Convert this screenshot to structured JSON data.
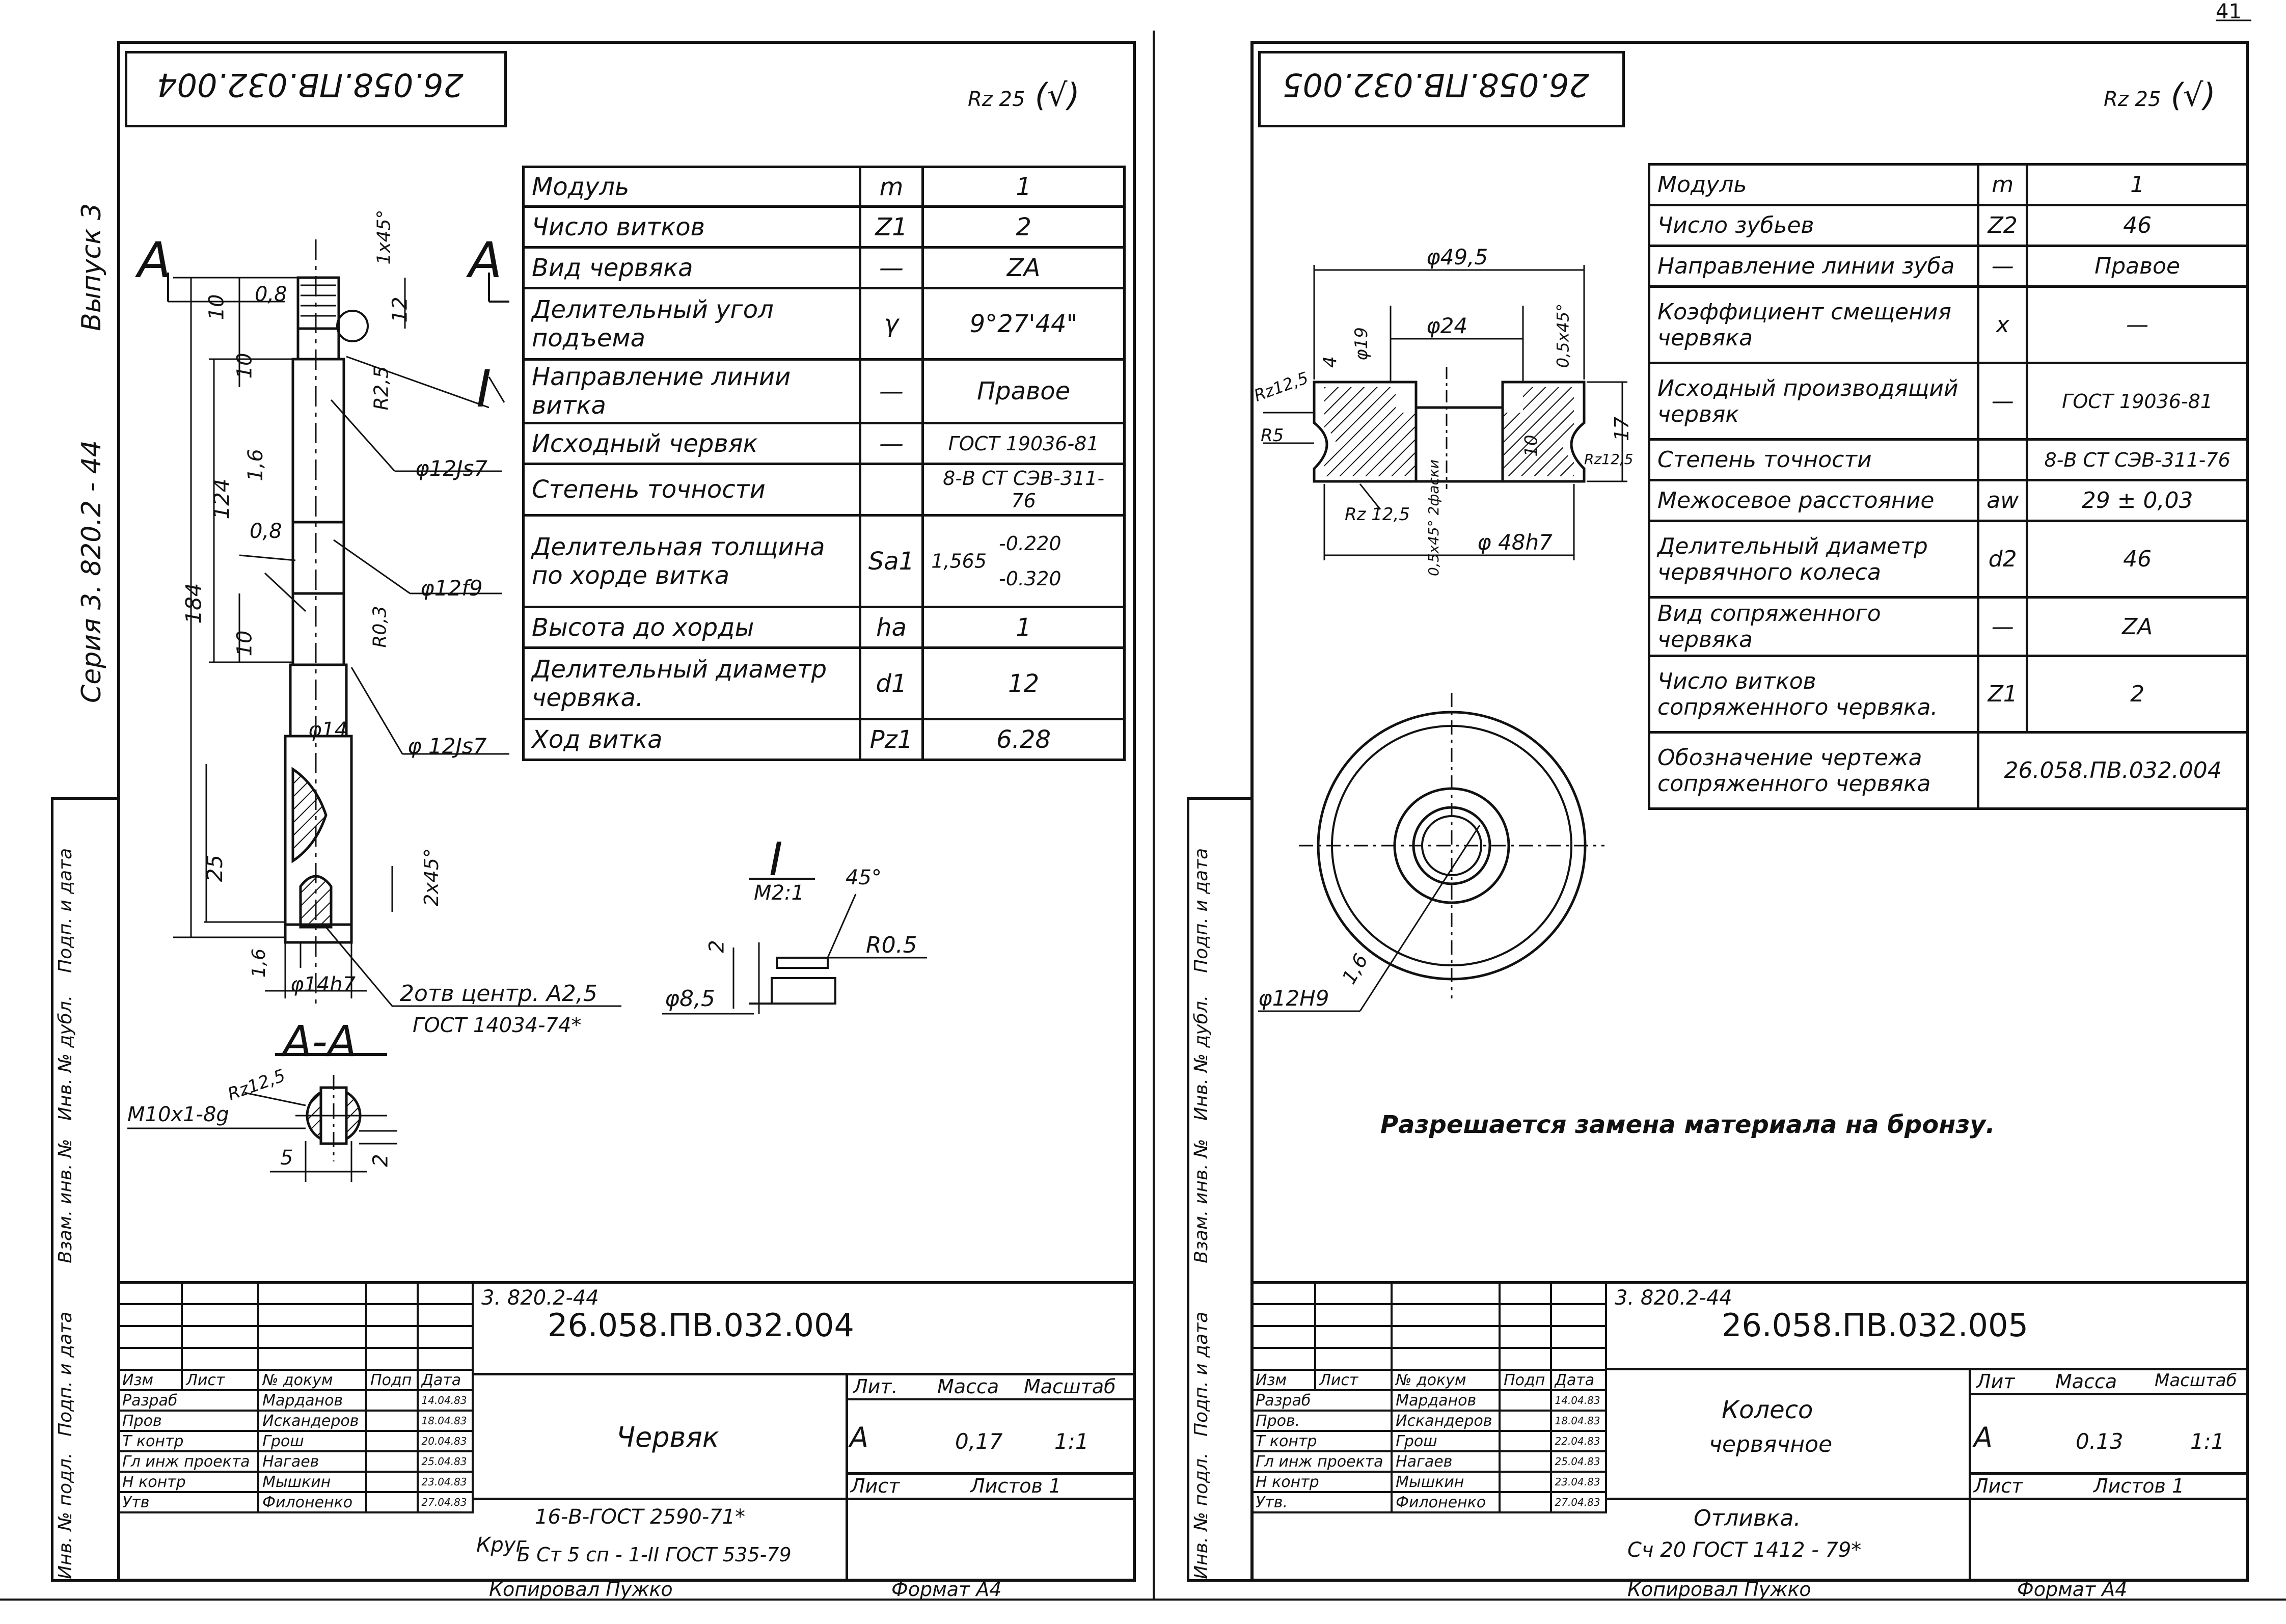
{
  "page_number": "41",
  "left": {
    "stamp_code": "26.058.ПВ.032.004",
    "surface_mark": "Rz 25",
    "surface_mark_suffix": "(√)",
    "side_labels": {
      "series": "Серия 3. 820.2 - 44",
      "issue": "Выпуск 3"
    },
    "spec_rows": [
      {
        "label": "Модуль",
        "sym": "m",
        "value": "1"
      },
      {
        "label": "Число витков",
        "sym": "Z1",
        "value": "2"
      },
      {
        "label": "Вид червяка",
        "sym": "—",
        "value": "ZA"
      },
      {
        "label": "Делительный угол подъема",
        "sym": "γ",
        "value": "9°27'44\""
      },
      {
        "label": "Направление линии витка",
        "sym": "—",
        "value": "Правое"
      },
      {
        "label": "Исходный червяк",
        "sym": "—",
        "value": "ГОСТ 19036-81"
      },
      {
        "label": "Степень точности",
        "sym": "",
        "value": "8-В СТ СЭВ-311-76"
      },
      {
        "label": "Делительная толщина по хорде витка",
        "sym": "Sa1",
        "value": "1,565",
        "value_upper": "-0.220",
        "value_lower": "-0.320"
      },
      {
        "label": "Высота до хорды",
        "sym": "ha",
        "value": "1"
      },
      {
        "label": "Делительный диаметр червяка.",
        "sym": "d1",
        "value": "12"
      },
      {
        "label": "Ход витка",
        "sym": "Pz1",
        "value": "6.28"
      }
    ],
    "dims": {
      "d_12js7_top": "φ12Js7",
      "d_12f9": "φ12f9",
      "d_12js7_bottom": "φ 12Js7",
      "d_14": "φ14",
      "d_14h7": "φ14h7",
      "l_184": "184",
      "l_124": "124",
      "l_25": "25",
      "l_10_top": "10",
      "l_10_mid": "10",
      "l_10_low": "10",
      "l_12": "12",
      "l_16": "1,6",
      "l_08_top": "0,8",
      "l_08_mid": "0,8",
      "r_25": "R2,5",
      "r_03": "R0,3",
      "chamfer_top": "1x45°",
      "chamfer_bottom": "2x45°",
      "centers": "2отв центр. А2,5",
      "centers_gost": "ГОСТ 14034-74*",
      "section_A": "A",
      "section_AA": "А-А",
      "thread": "М10х1-8g",
      "rz_section": "Rz12,5",
      "section_5": "5",
      "section_2": "2",
      "detail_label": "I",
      "detail_scale": "M2:1",
      "detail_angle": "45°",
      "detail_r": "R0.5",
      "detail_d": "φ8,5",
      "detail_2": "2",
      "l_16_bottom": "1,6"
    },
    "title_block": {
      "series_code": "3. 820.2-44",
      "doc_code": "26.058.ПВ.032.004",
      "name": "Червяк",
      "material_line1": "16-В-ГОСТ 2590-71*",
      "material_prefix": "Круг",
      "material_line2": "Б Ст 5 сп - 1-II ГОСТ 535-79",
      "headers": {
        "lit": "Лит.",
        "mass": "Масса",
        "scale": "Масштаб"
      },
      "lit_value": "А",
      "mass_value": "0,17",
      "scale_value": "1:1",
      "sheet": "Лист",
      "sheets": "Листов 1",
      "cols": {
        "izm": "Изм",
        "list": "Лист",
        "doc": "№ докум",
        "sign": "Подп",
        "date": "Дата"
      },
      "roles": [
        {
          "role": "Разраб",
          "name": "Марданов",
          "date": "14.04.83"
        },
        {
          "role": "Пров",
          "name": "Искандеров",
          "date": "18.04.83"
        },
        {
          "role": "Т контр",
          "name": "Грош",
          "date": "20.04.83"
        },
        {
          "role": "Гл инж проекта",
          "name": "Нагаев",
          "date": "25.04.83"
        },
        {
          "role": "Н контр",
          "name": "Мышкин",
          "date": "23.04.83"
        },
        {
          "role": "Утв",
          "name": "Филоненко",
          "date": "27.04.83"
        }
      ],
      "copied": "Копировал  Пужко",
      "format": "Формат  А4"
    },
    "side_stamp": [
      "Подп. и дата",
      "Инв. № дубл.",
      "Взам. инв. №",
      "Подп. и дата",
      "Инв. № подл."
    ]
  },
  "right": {
    "stamp_code": "26.058.ПВ.032.005",
    "surface_mark": "Rz 25",
    "surface_mark_suffix": "(√)",
    "spec_rows": [
      {
        "label": "Модуль",
        "sym": "m",
        "value": "1"
      },
      {
        "label": "Число зубьев",
        "sym": "Z2",
        "value": "46"
      },
      {
        "label": "Направление линии зуба",
        "sym": "—",
        "value": "Правое"
      },
      {
        "label": "Коэффициент смещения червяка",
        "sym": "x",
        "value": "—"
      },
      {
        "label": "Исходный производящий червяк",
        "sym": "—",
        "value": "ГОСТ 19036-81"
      },
      {
        "label": "Степень точности",
        "sym": "",
        "value": "8-В СТ СЭВ-311-76"
      },
      {
        "label": "Межосевое расстояние",
        "sym": "aw",
        "value": "29 ± 0,03"
      },
      {
        "label": "Делительный диаметр червячного колеса",
        "sym": "d2",
        "value": "46"
      },
      {
        "label": "Вид сопряженного червяка",
        "sym": "—",
        "value": "ZA"
      },
      {
        "label": "Число витков сопряженного червяка.",
        "sym": "Z1",
        "value": "2"
      },
      {
        "label": "Обозначение чертежа сопряженного червяка",
        "sym": "",
        "value": "26.058.ПВ.032.004"
      }
    ],
    "dims": {
      "d_495": "φ49,5",
      "d_24": "φ24",
      "d_19": "φ19",
      "d_48h7": "φ 48h7",
      "d_12h9": "φ12H9",
      "l_4": "4",
      "l_17": "17",
      "l_10": "10",
      "chamfer_top": "0,5х45°",
      "chamfer_bottom": "0,5х45° 2фаски",
      "rz_12_5_a": "Rz12,5",
      "rz_12_5_b": "Rz 12,5",
      "rz_12_5_c": "Rz12,5",
      "r_5": "R5",
      "l_16": "1,6"
    },
    "note": "Разрешается замена материала на бронзу.",
    "title_block": {
      "series_code": "3. 820.2-44",
      "doc_code": "26.058.ПВ.032.005",
      "name_line1": "Колесо",
      "name_line2": "червячное",
      "material_line1": "Отливка.",
      "material_line2": "Сч 20      ГОСТ 1412 - 79*",
      "headers": {
        "lit": "Лит",
        "mass": "Масса",
        "scale": "Масштаб"
      },
      "lit_value": "А",
      "mass_value": "0.13",
      "scale_value": "1:1",
      "sheet": "Лист",
      "sheets": "Листов 1",
      "cols": {
        "izm": "Изм",
        "list": "Лист",
        "doc": "№ докум",
        "sign": "Подп",
        "date": "Дата"
      },
      "roles": [
        {
          "role": "Разраб",
          "name": "Марданов",
          "date": "14.04.83"
        },
        {
          "role": "Пров.",
          "name": "Искандеров",
          "date": "18.04.83"
        },
        {
          "role": "Т контр",
          "name": "Грош",
          "date": "22.04.83"
        },
        {
          "role": "Гл инж проекта",
          "name": "Нагаев",
          "date": "25.04.83"
        },
        {
          "role": "Н контр",
          "name": "Мышкин",
          "date": "23.04.83"
        },
        {
          "role": "Утв.",
          "name": "Филоненко",
          "date": "27.04.83"
        }
      ],
      "copied": "Копировал  Пужко",
      "format": "Формат  А4"
    },
    "side_stamp": [
      "Подп. и дата",
      "Инв. № дубл.",
      "Взам. инв. №",
      "Подп. и дата",
      "Инв. № подл."
    ]
  }
}
